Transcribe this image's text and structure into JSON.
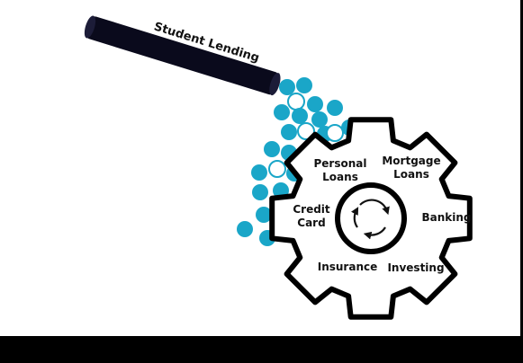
{
  "pipe": {
    "label": "Student Lending",
    "color": "#0a0a1c"
  },
  "gear": {
    "labels": {
      "personal_loans_1": "Personal",
      "personal_loans_2": "Loans",
      "mortgage_loans_1": "Mortgage",
      "mortgage_loans_2": "Loans",
      "credit_card_1": "Credit",
      "credit_card_2": "Card",
      "banking": "Banking",
      "insurance": "Insurance",
      "investing": "Investing"
    },
    "fill": "#ffffff",
    "stroke": "#000000"
  },
  "colors": {
    "canvas": "#ffffff",
    "frame": "#000000",
    "ball": "#1aa6c8"
  },
  "icons": {
    "center": "refresh-cycle-icon"
  }
}
